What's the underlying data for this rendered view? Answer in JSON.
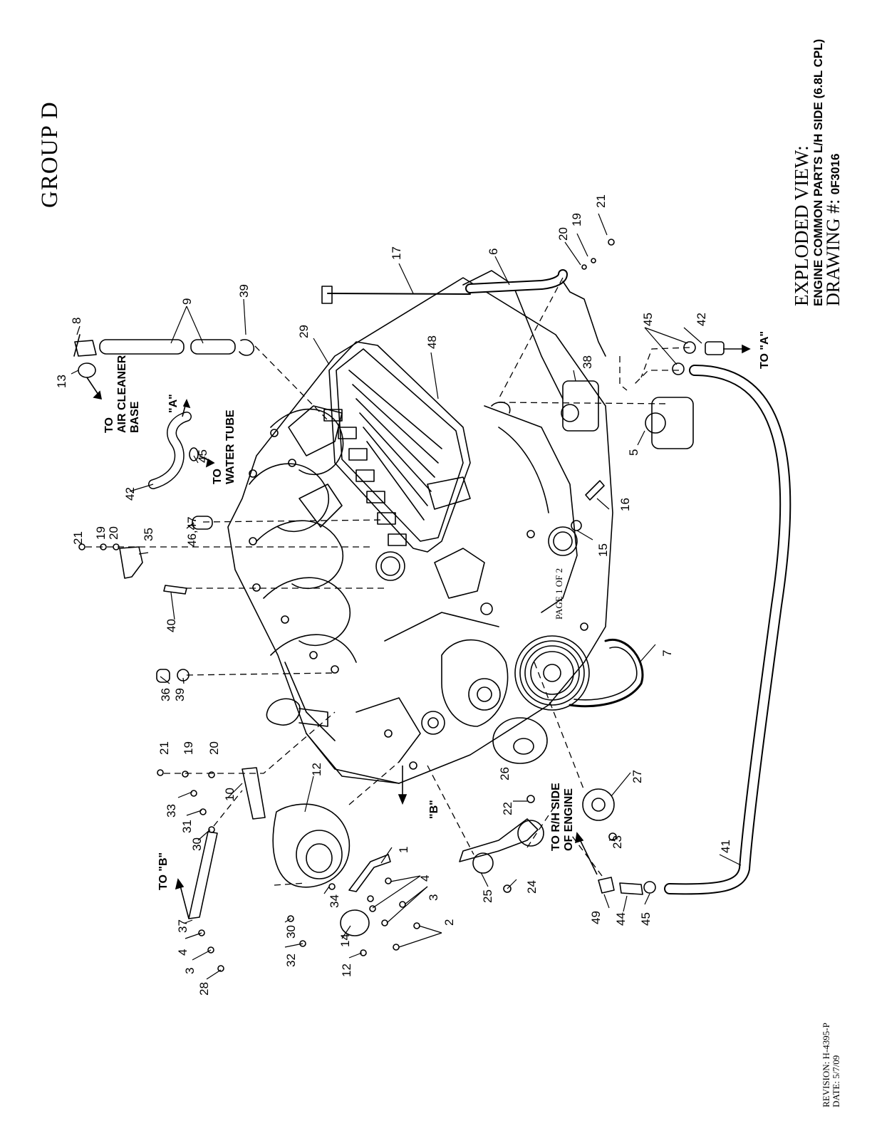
{
  "header": {
    "group": "GROUP D"
  },
  "title_block": {
    "line1": "EXPLODED VIEW:",
    "line2": "ENGINE COMMON PARTS L/H SIDE (6.8L CPL)",
    "drawing_label": "DRAWING #:",
    "drawing_number": "0F3016"
  },
  "footer": {
    "page": "PAGE 1 OF 2",
    "revision": "REVISION: H-4395-P",
    "date": "DATE: 5/7/09"
  },
  "callouts": {
    "c1": "1",
    "c2": "2",
    "c3": "3",
    "c3b": "3",
    "c4": "4",
    "c4b": "4",
    "c5": "5",
    "c6": "6",
    "c7": "7",
    "c8": "8",
    "c9": "9",
    "c10": "10",
    "c12": "12",
    "c12b": "12",
    "c13": "13",
    "c14": "14",
    "c15": "15",
    "c16": "16",
    "c17": "17",
    "c19": "19",
    "c19b": "19",
    "c19c": "19",
    "c20": "20",
    "c20b": "20",
    "c20c": "20",
    "c21": "21",
    "c21b": "21",
    "c21c": "21",
    "c22": "22",
    "c23": "23",
    "c24": "24",
    "c25": "25",
    "c26": "26",
    "c27": "27",
    "c28": "28",
    "c29": "29",
    "c30": "30",
    "c30b": "30",
    "c31": "31",
    "c32": "32",
    "c33": "33",
    "c34": "34",
    "c35": "35",
    "c36": "36",
    "c37": "37",
    "c38": "38",
    "c39": "39",
    "c39b": "39",
    "c40": "40",
    "c41": "41",
    "c42": "42",
    "c42b": "42",
    "c44": "44",
    "c45": "45",
    "c45b": "45",
    "c45c": "45",
    "c4647": "46,47",
    "c48": "48",
    "c49": "49"
  },
  "labels": {
    "to_air_cleaner": [
      "TO",
      "AIR CLEANER",
      "BASE"
    ],
    "to_water_tube": [
      "TO",
      "WATER TUBE"
    ],
    "ref_a_top": "\"A\"",
    "to_a": "TO \"A\"",
    "to_b": "TO \"B\"",
    "ref_b": "\"B\"",
    "to_rh_side": [
      "TO R/H SIDE",
      "OF ENGINE"
    ]
  }
}
